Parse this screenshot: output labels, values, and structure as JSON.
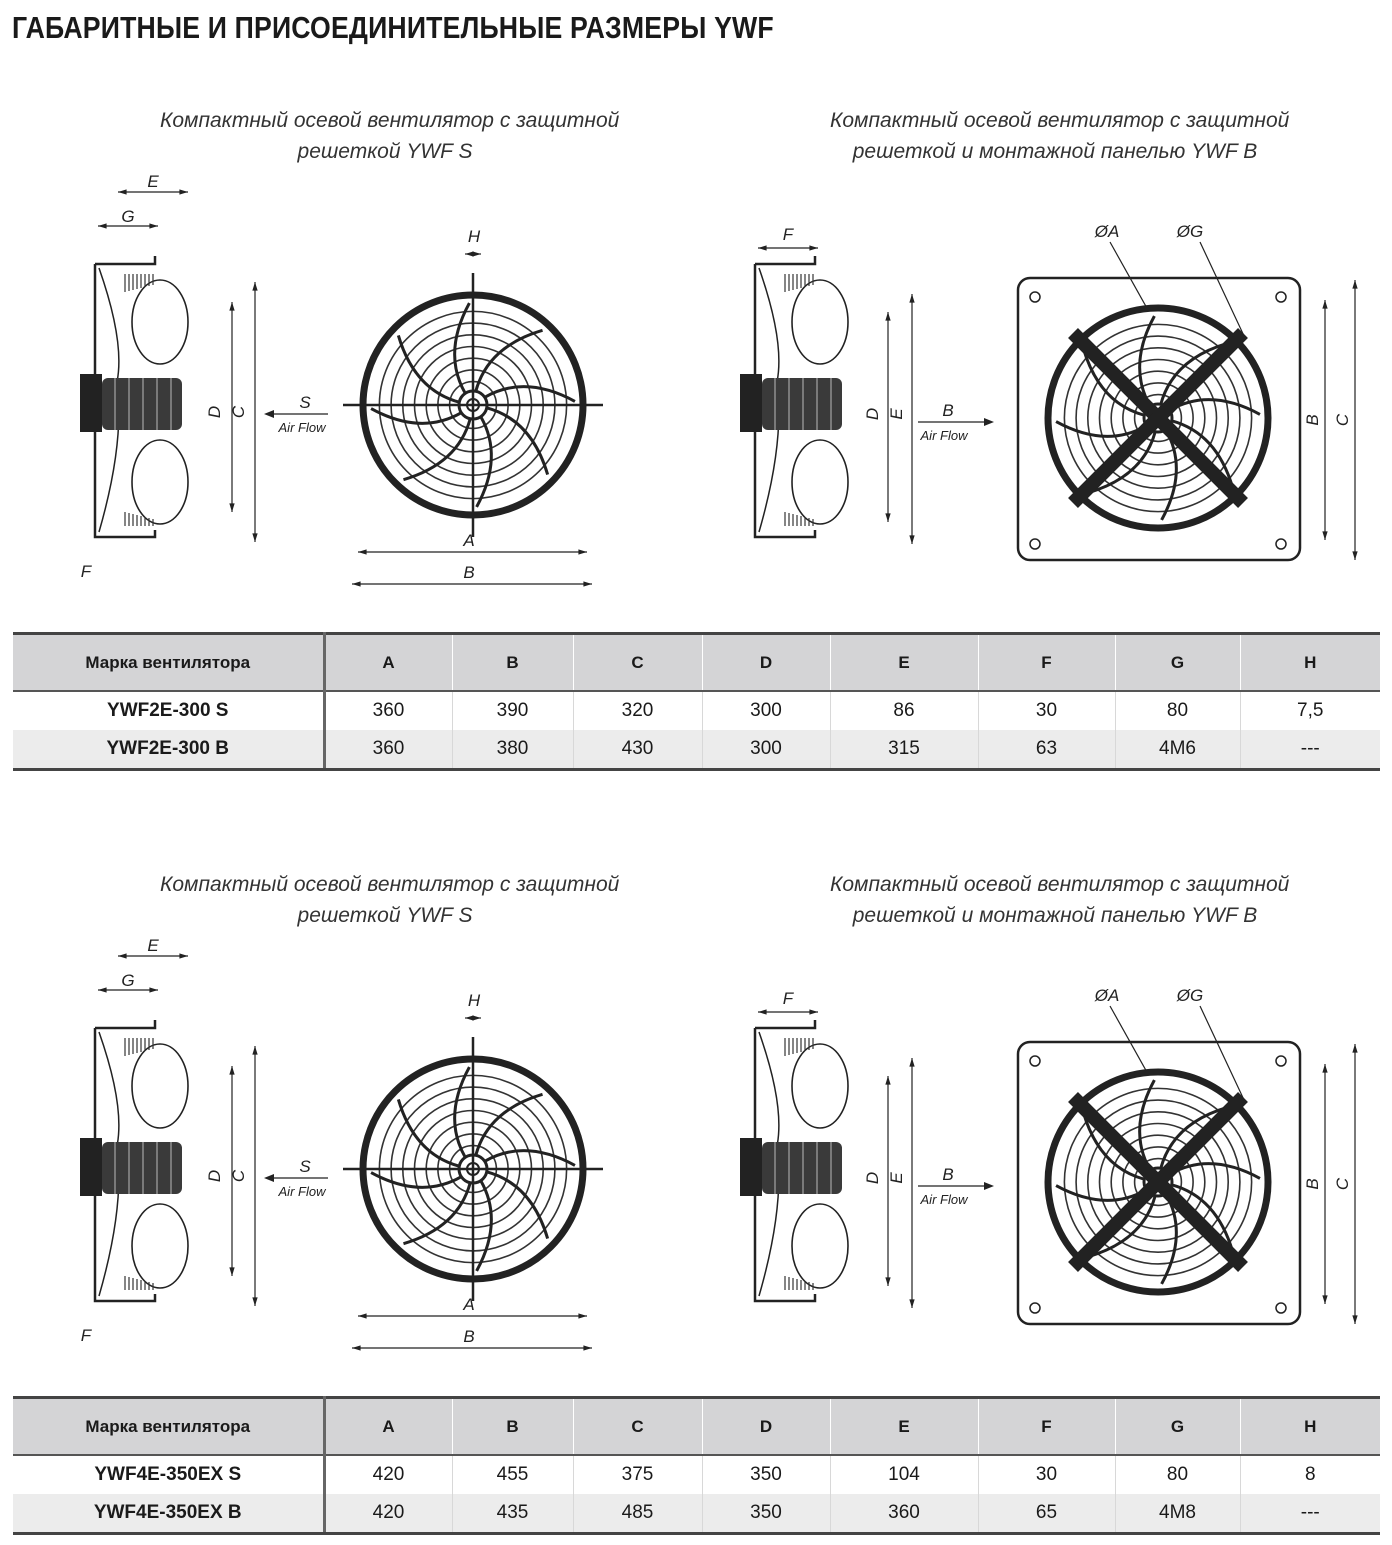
{
  "page_title": "ГАБАРИТНЫЕ И ПРИСОЕДИНИТЕЛЬНЫЕ РАЗМЕРЫ YWF",
  "drawing_labels": {
    "E": "E",
    "G": "G",
    "F": "F",
    "D": "D",
    "C": "C",
    "S": "S",
    "B": "B",
    "H": "H",
    "A": "A",
    "air_flow": "Air Flow",
    "dia_A": "ØA",
    "dia_G": "ØG"
  },
  "sections": [
    {
      "caption_s": [
        "Компактный осевой вентилятор с защитной",
        "решеткой YWF S"
      ],
      "caption_b": [
        "Компактный осевой вентилятор с защитной",
        "решеткой и монтажной панелью YWF B"
      ],
      "table": {
        "headers": [
          "Марка вентилятора",
          "A",
          "B",
          "C",
          "D",
          "E",
          "F",
          "G",
          "H"
        ],
        "rows": [
          [
            "YWF2E-300 S",
            "360",
            "390",
            "320",
            "300",
            "86",
            "30",
            "80",
            "7,5"
          ],
          [
            "YWF2E-300 B",
            "360",
            "380",
            "430",
            "300",
            "315",
            "63",
            "4M6",
            "---"
          ]
        ]
      }
    },
    {
      "caption_s": [
        "Компактный осевой вентилятор с защитной",
        "решеткой YWF S"
      ],
      "caption_b": [
        "Компактный осевой вентилятор с защитной",
        "решеткой и монтажной панелью YWF B"
      ],
      "table": {
        "headers": [
          "Марка вентилятора",
          "A",
          "B",
          "C",
          "D",
          "E",
          "F",
          "G",
          "H"
        ],
        "rows": [
          [
            "YWF4E-350EX S",
            "420",
            "455",
            "375",
            "350",
            "104",
            "30",
            "80",
            "8"
          ],
          [
            "YWF4E-350EX B",
            "420",
            "435",
            "485",
            "350",
            "360",
            "65",
            "4M8",
            "---"
          ]
        ]
      }
    }
  ]
}
